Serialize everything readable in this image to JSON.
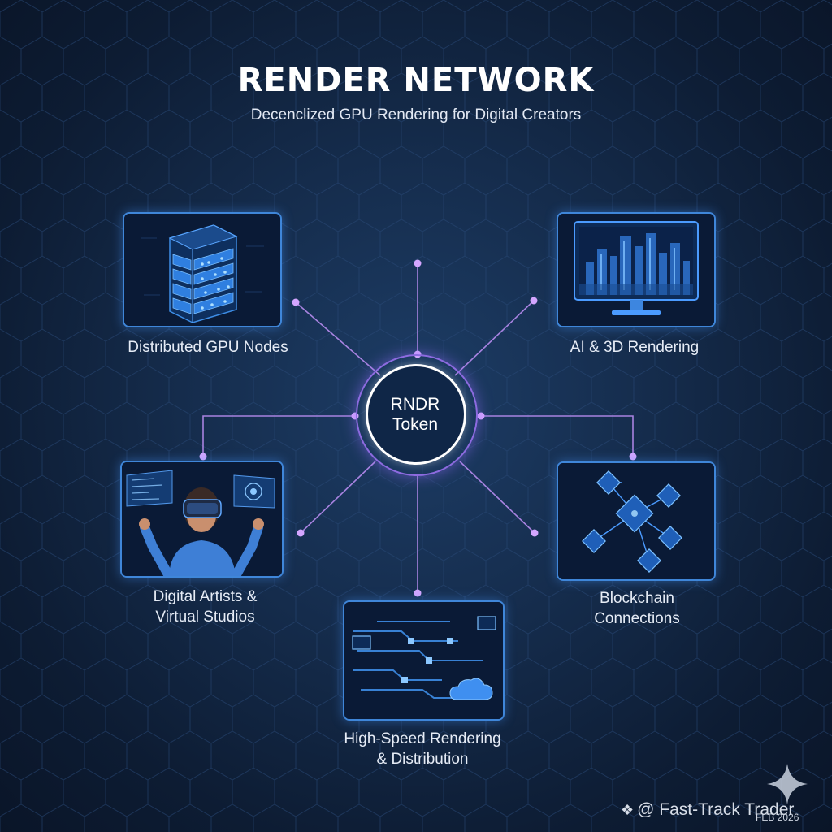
{
  "title": "RENDER NETWORK",
  "subtitle": "Decenclized GPU Rendering for Digital Creators",
  "hub": {
    "line1": "RNDR",
    "line2": "Token"
  },
  "nodes": [
    {
      "id": "gpu-nodes",
      "label": "Distributed GPU Nodes"
    },
    {
      "id": "ai-3d",
      "label": "AI & 3D Rendering"
    },
    {
      "id": "artists",
      "line1": "Digital Artists &",
      "line2": "Virtual Studios"
    },
    {
      "id": "blockchain",
      "line1": "Blockchain",
      "line2": "Connections"
    },
    {
      "id": "high-speed",
      "line1": "High-Speed Rendering",
      "line2": "& Distribution"
    }
  ],
  "watermark": {
    "handle": "@ Fast-Track Trader",
    "date": "FEB 2026"
  },
  "colors": {
    "background": "#152c4c",
    "connector": "#b88cf0",
    "card_border": "#3f86d9",
    "hub_ring": "#8d6be0",
    "text": "#e6ecf6"
  },
  "icons": [
    "server-rack-icon",
    "monitor-city-icon",
    "vr-headset-person-icon",
    "blockchain-cubes-icon",
    "cloud-data-icon",
    "sparkle-icon"
  ]
}
